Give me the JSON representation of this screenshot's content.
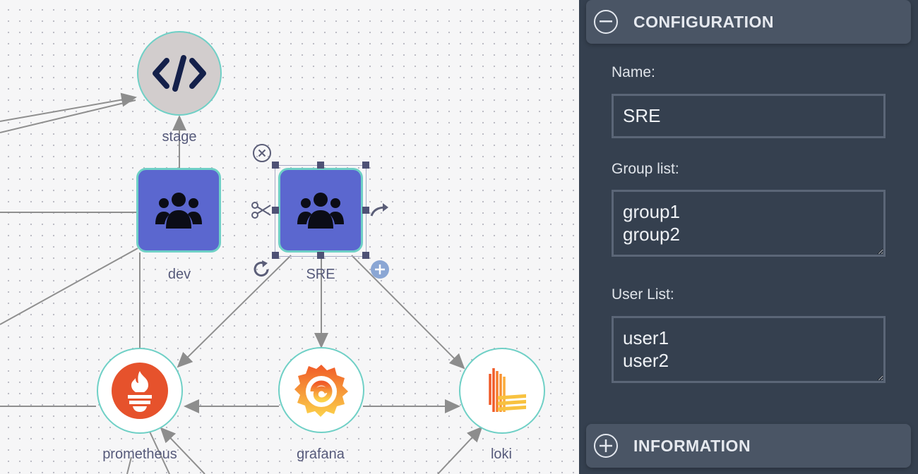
{
  "canvas": {
    "nodes": {
      "stage": {
        "label": "stage",
        "icon": "code-icon",
        "fill": "#d2cdcd"
      },
      "dev": {
        "label": "dev",
        "icon": "users-icon",
        "fill": "#5b67cf"
      },
      "sre": {
        "label": "SRE",
        "icon": "users-icon",
        "fill": "#5b67cf",
        "selected": true
      },
      "prometheus": {
        "label": "prometheus",
        "icon": "prometheus-icon",
        "color": "#e6522c"
      },
      "grafana": {
        "label": "grafana",
        "icon": "grafana-icon",
        "color": "#f05a28"
      },
      "loki": {
        "label": "loki",
        "icon": "loki-icon",
        "color": "#f6c244"
      }
    },
    "tools": [
      "delete-icon",
      "cut-icon",
      "connect-icon",
      "rotate-icon",
      "add-icon"
    ],
    "accent": "#6fd0c6"
  },
  "panel": {
    "configuration": {
      "title": "CONFIGURATION",
      "name_label": "Name:",
      "name_value": "SRE",
      "group_label": "Group list:",
      "group_value": "group1\ngroup2",
      "user_label": "User List:",
      "user_value": "user1\nuser2"
    },
    "information": {
      "title": "INFORMATION"
    }
  }
}
